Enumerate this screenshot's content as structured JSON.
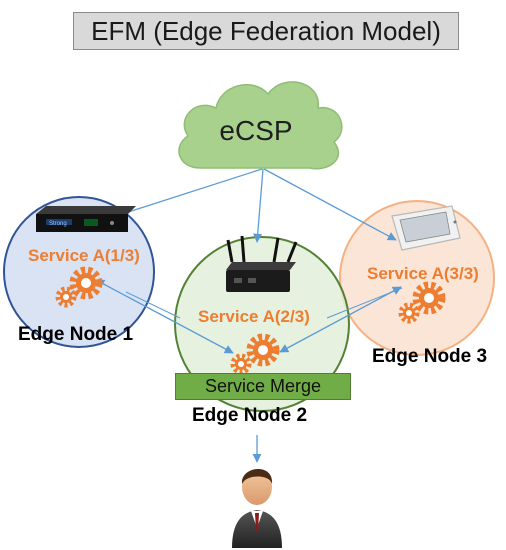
{
  "title": "EFM (Edge Federation Model)",
  "cloud": {
    "label": "eCSP"
  },
  "nodes": [
    {
      "service": "Service A(1/3)",
      "label": "Edge Node 1"
    },
    {
      "service": "Service A(2/3)",
      "label": "Edge Node 2"
    },
    {
      "service": "Service A(3/3)",
      "label": "Edge Node 3"
    }
  ],
  "merge": {
    "label": "Service Merge"
  },
  "colors": {
    "node1_fill": "#dae3f3",
    "node1_stroke": "#2f5597",
    "node2_fill": "#e2f0d9",
    "node2_stroke": "#548235",
    "node3_fill": "#fbe5d6",
    "node3_stroke": "#f4b183",
    "cloud_fill": "#a9d18e",
    "service_text": "#ed7d31",
    "gear": "#ed7d31",
    "arrow": "#5b9bd5",
    "merge_fill": "#70ad47"
  },
  "icons": [
    "cloud-icon",
    "set-top-box-icon",
    "router-icon",
    "tablet-icon",
    "gear-icon",
    "user-icon"
  ]
}
